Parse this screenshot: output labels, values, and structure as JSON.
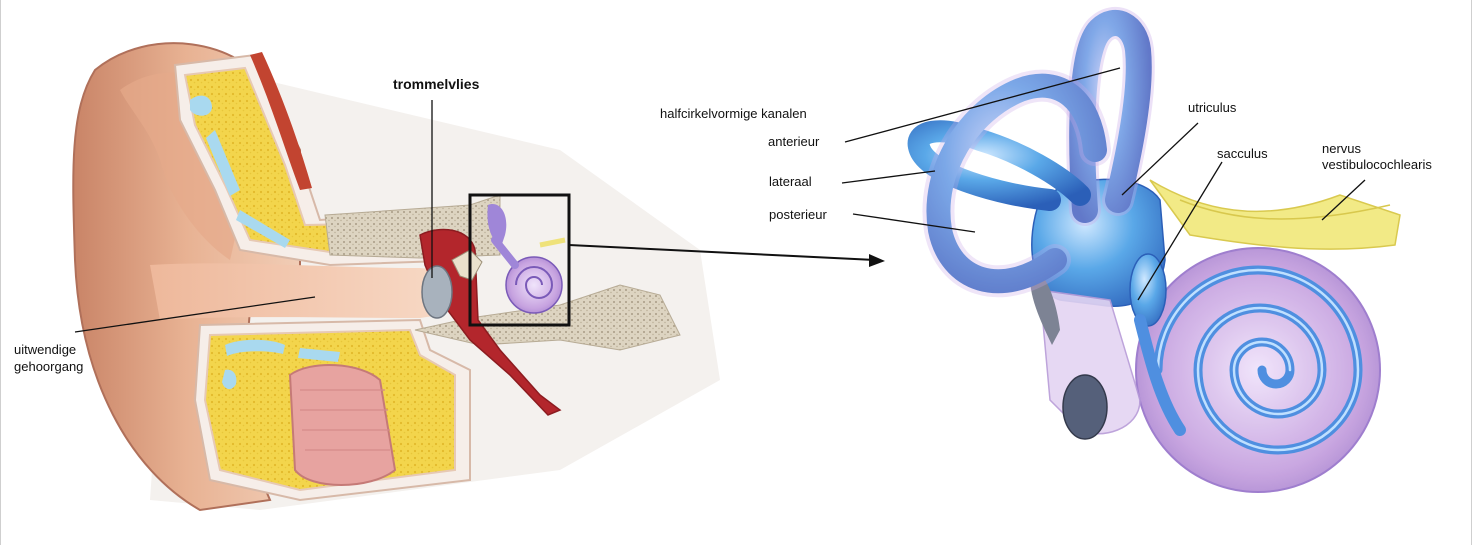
{
  "labels": {
    "trommelvlies": "trommelvlies",
    "uitwendige_line1": "uitwendige",
    "uitwendige_line2": "gehoorgang",
    "halfcirkel": "halfcirkelvormige kanalen",
    "anterieur": "anterieur",
    "lateraal": "lateraal",
    "posterieur": "posterieur",
    "utriculus": "utriculus",
    "sacculus": "sacculus",
    "nervus_line1": "nervus",
    "nervus_line2": "vestibulocochlearis"
  },
  "colors": {
    "skin": "#d99b7e",
    "skin_dark": "#b0705a",
    "fat_yellow": "#f2d34a",
    "bone": "#d8d0bf",
    "blood_red": "#b3262c",
    "membrane_blue": "#9fd3ec",
    "canal_blue": "#5aa8e8",
    "membranous_purple": "#c7a3e0",
    "nerve_yellow": "#efe27a",
    "line": "#111111"
  }
}
